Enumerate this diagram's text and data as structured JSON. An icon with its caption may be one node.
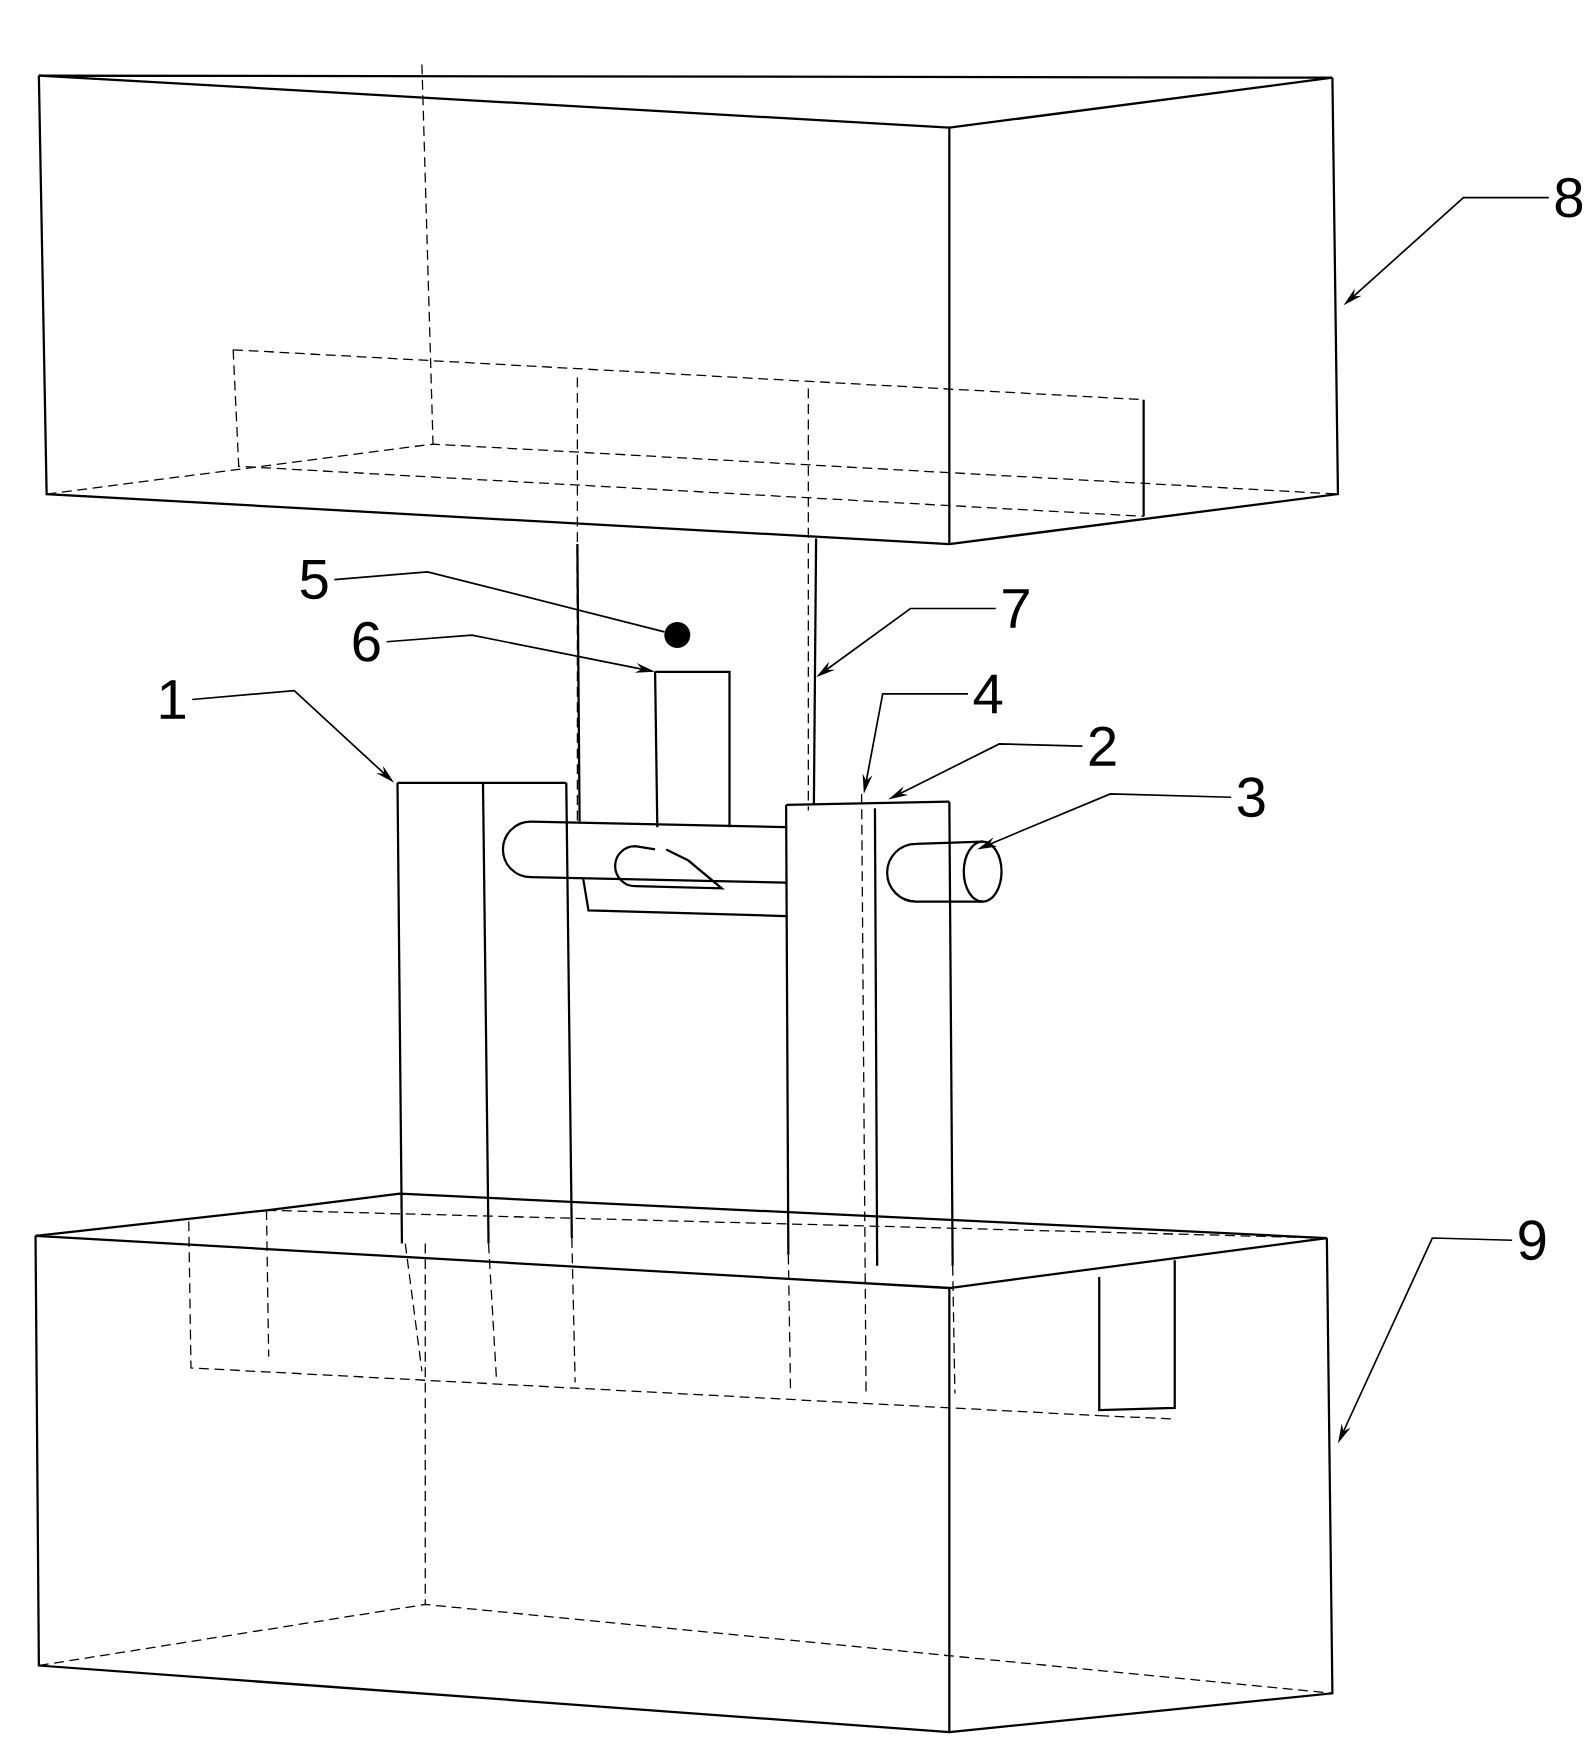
{
  "diagram": {
    "nodes": [
      {
        "text": [
          "8"
        ]
      },
      {
        "text": [
          "5"
        ]
      },
      {
        "text": [
          "7"
        ]
      },
      {
        "text": [
          "6"
        ]
      },
      {
        "text": [
          "4"
        ]
      },
      {
        "text": [
          "1"
        ]
      },
      {
        "text": [
          "2"
        ]
      },
      {
        "text": [
          "3"
        ]
      },
      {
        "text": [
          "9"
        ]
      },
      {
        "text": [],
        "shape": "circle"
      }
    ],
    "edges": [
      {
        "from": 0,
        "to": null,
        "arrow": "to"
      },
      {
        "from": 1,
        "to": 9,
        "arrow": "none"
      },
      {
        "from": 2,
        "to": null,
        "arrow": "to"
      },
      {
        "from": 3,
        "to": null,
        "arrow": "to"
      },
      {
        "from": 4,
        "to": null,
        "arrow": "to"
      },
      {
        "from": 5,
        "to": null,
        "arrow": "to"
      },
      {
        "from": 6,
        "to": null,
        "arrow": "to"
      },
      {
        "from": 7,
        "to": null,
        "arrow": "to"
      },
      {
        "from": 8,
        "to": null,
        "arrow": "to"
      }
    ]
  }
}
